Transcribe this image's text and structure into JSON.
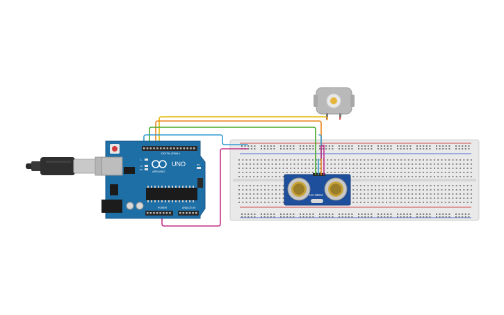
{
  "arduino": {
    "brand": "ARDUINO",
    "model": "UNO",
    "digital_label": "DIGITAL (PWM~)",
    "power_label": "POWER",
    "analog_label": "ANALOG IN",
    "led_l": "L",
    "led_tx": "TX",
    "led_rx": "RX",
    "on_label": "ON",
    "colors": {
      "board": "#1f6fa7",
      "header": "#2a2a2a",
      "chip": "#1b1b1b"
    }
  },
  "sensor": {
    "model": "HC-SR04",
    "color": "#1d4f9c"
  },
  "motor": {
    "icon": "dc-motor-icon",
    "color": "#b9b9b9"
  },
  "breadboard": {
    "color": "#e9e9e9",
    "rail_red": "#d24b4b",
    "rail_blue": "#4b6fd2"
  },
  "usb_cable": {
    "icon": "usb-plug-icon"
  },
  "wires": [
    {
      "name": "wire-yellow",
      "color": "#e6b800"
    },
    {
      "name": "wire-orange",
      "color": "#e8831b"
    },
    {
      "name": "wire-green",
      "color": "#45a82a"
    },
    {
      "name": "wire-blue",
      "color": "#2f9bd0"
    },
    {
      "name": "wire-magenta",
      "color": "#c3318b"
    }
  ]
}
